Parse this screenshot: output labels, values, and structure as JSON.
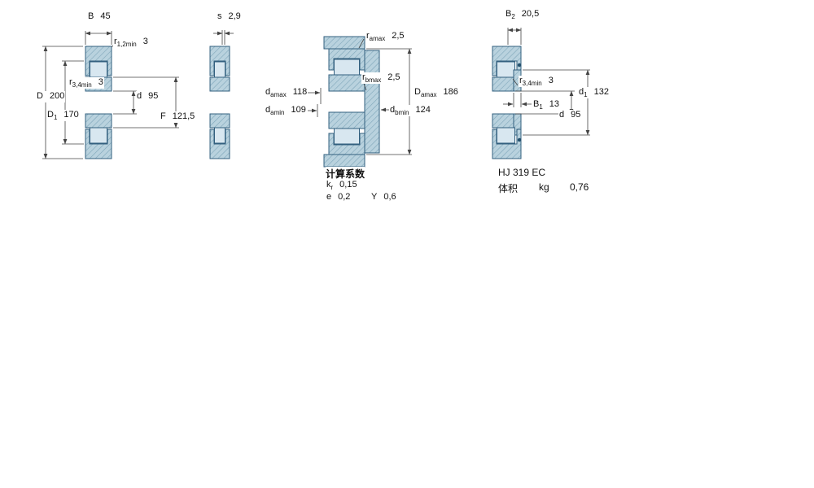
{
  "figures": {
    "fig1": {
      "B": {
        "pre": "B",
        "sub": "",
        "val": "45"
      },
      "r12": {
        "pre": "r",
        "sub": "1,2min",
        "val": "3"
      },
      "r34": {
        "pre": "r",
        "sub": "3,4min",
        "val": "3"
      },
      "D": {
        "pre": "D",
        "sub": "",
        "val": "200"
      },
      "D1": {
        "pre": "D",
        "sub": "1",
        "val": "170"
      },
      "d": {
        "pre": "d",
        "sub": "",
        "val": "95"
      },
      "F": {
        "pre": "F",
        "sub": "",
        "val": "121,5"
      }
    },
    "fig2": {
      "s": {
        "pre": "s",
        "sub": "",
        "val": "2,9"
      }
    },
    "fig3": {
      "ramax": {
        "pre": "r",
        "sub": "amax",
        "val": "2,5"
      },
      "rbmax": {
        "pre": "r",
        "sub": "bmax",
        "val": "2,5"
      },
      "damax": {
        "pre": "d",
        "sub": "amax",
        "val": "118"
      },
      "damin": {
        "pre": "d",
        "sub": "amin",
        "val": "109"
      },
      "Damax": {
        "pre": "D",
        "sub": "amax",
        "val": "186"
      },
      "dbmin": {
        "pre": "d",
        "sub": "bmin",
        "val": "124"
      }
    },
    "fig4": {
      "B2": {
        "pre": "B",
        "sub": "2",
        "val": "20,5"
      },
      "r34": {
        "pre": "r",
        "sub": "3,4min",
        "val": "3"
      },
      "d1": {
        "pre": "d",
        "sub": "1",
        "val": "132"
      },
      "B1": {
        "pre": "B",
        "sub": "1",
        "val": "13"
      },
      "d": {
        "pre": "d",
        "sub": "",
        "val": "95"
      }
    }
  },
  "calculation_factors": {
    "title": "计算系数",
    "kr": {
      "pre": "k",
      "sub": "r",
      "val": "0,15"
    },
    "e": {
      "pre": "e",
      "sub": "",
      "val": "0,2"
    },
    "Y": {
      "pre": "Y",
      "sub": "",
      "val": "0,6"
    }
  },
  "angle_ring": {
    "designation": "HJ 319 EC",
    "mass_label": "体积",
    "mass_unit": "kg",
    "mass_value": "0,76"
  },
  "colors": {
    "section_fill": "#b9d2de",
    "hatch_line": "#7fa6ba",
    "outline": "#33607f",
    "roller_fill": "#d8e7f0",
    "dimension_line": "#444444"
  }
}
